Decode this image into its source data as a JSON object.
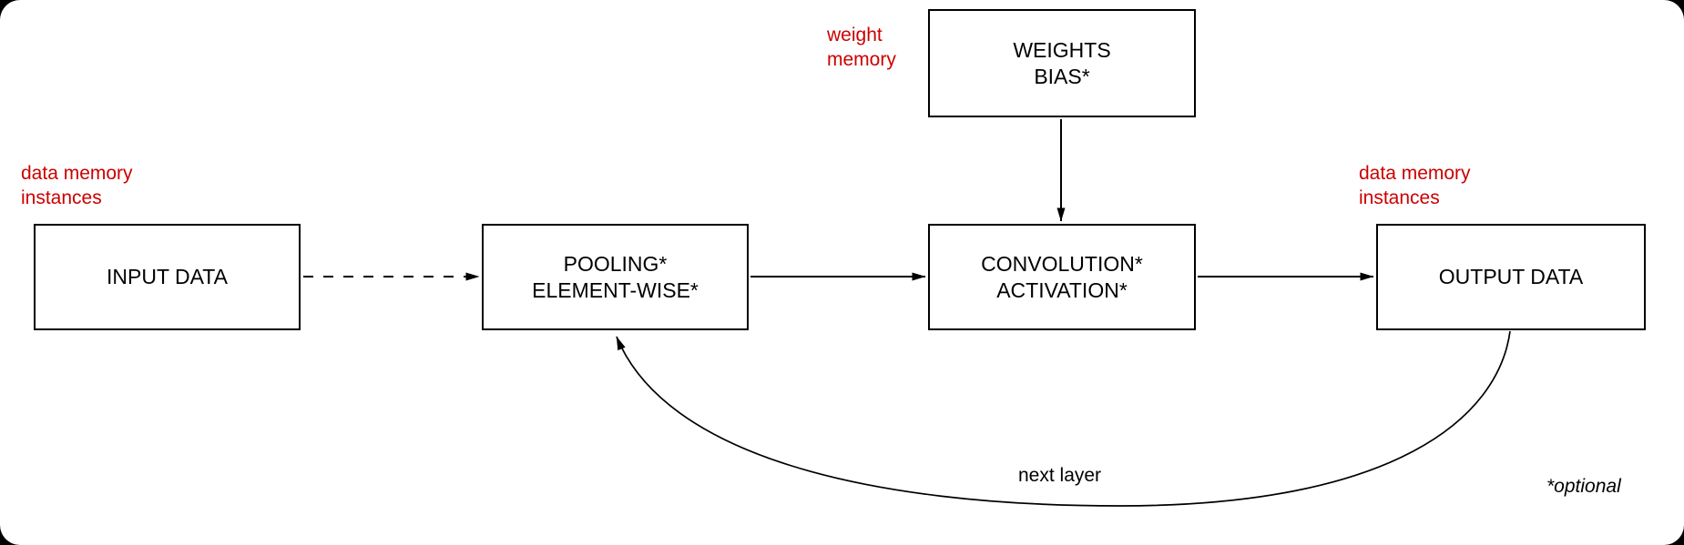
{
  "diagram": {
    "description": "CNN layer dataflow block diagram",
    "nodes": {
      "input_data": {
        "label": "INPUT DATA"
      },
      "pooling": {
        "line1": "POOLING*",
        "line2": "ELEMENT-WISE*"
      },
      "weights": {
        "line1": "WEIGHTS",
        "line2": "BIAS*"
      },
      "convolution": {
        "line1": "CONVOLUTION*",
        "line2": "ACTIVATION*"
      },
      "output_data": {
        "label": "OUTPUT DATA"
      }
    },
    "annotations": {
      "left_data_memory": {
        "line1": "data memory",
        "line2": "instances"
      },
      "weight_memory": {
        "line1": "weight",
        "line2": "memory"
      },
      "right_data_memory": {
        "line1": "data memory",
        "line2": "instances"
      }
    },
    "edge_labels": {
      "next_layer": "next layer",
      "optional_note": "*optional"
    },
    "edges": [
      {
        "from": "input_data",
        "to": "pooling",
        "style": "dashed-arrow"
      },
      {
        "from": "pooling",
        "to": "convolution",
        "style": "solid-arrow"
      },
      {
        "from": "weights",
        "to": "convolution",
        "style": "solid-arrow"
      },
      {
        "from": "convolution",
        "to": "output_data",
        "style": "solid-arrow"
      },
      {
        "from": "output_data",
        "to": "pooling",
        "style": "curved-arrow",
        "label": "next layer"
      }
    ],
    "colors": {
      "background": "#000000",
      "panel": "#ffffff",
      "node_fill": "#ffffff",
      "node_border": "#000000",
      "line": "#000000",
      "annotation_red": "#cc0000",
      "text": "#000000"
    }
  }
}
